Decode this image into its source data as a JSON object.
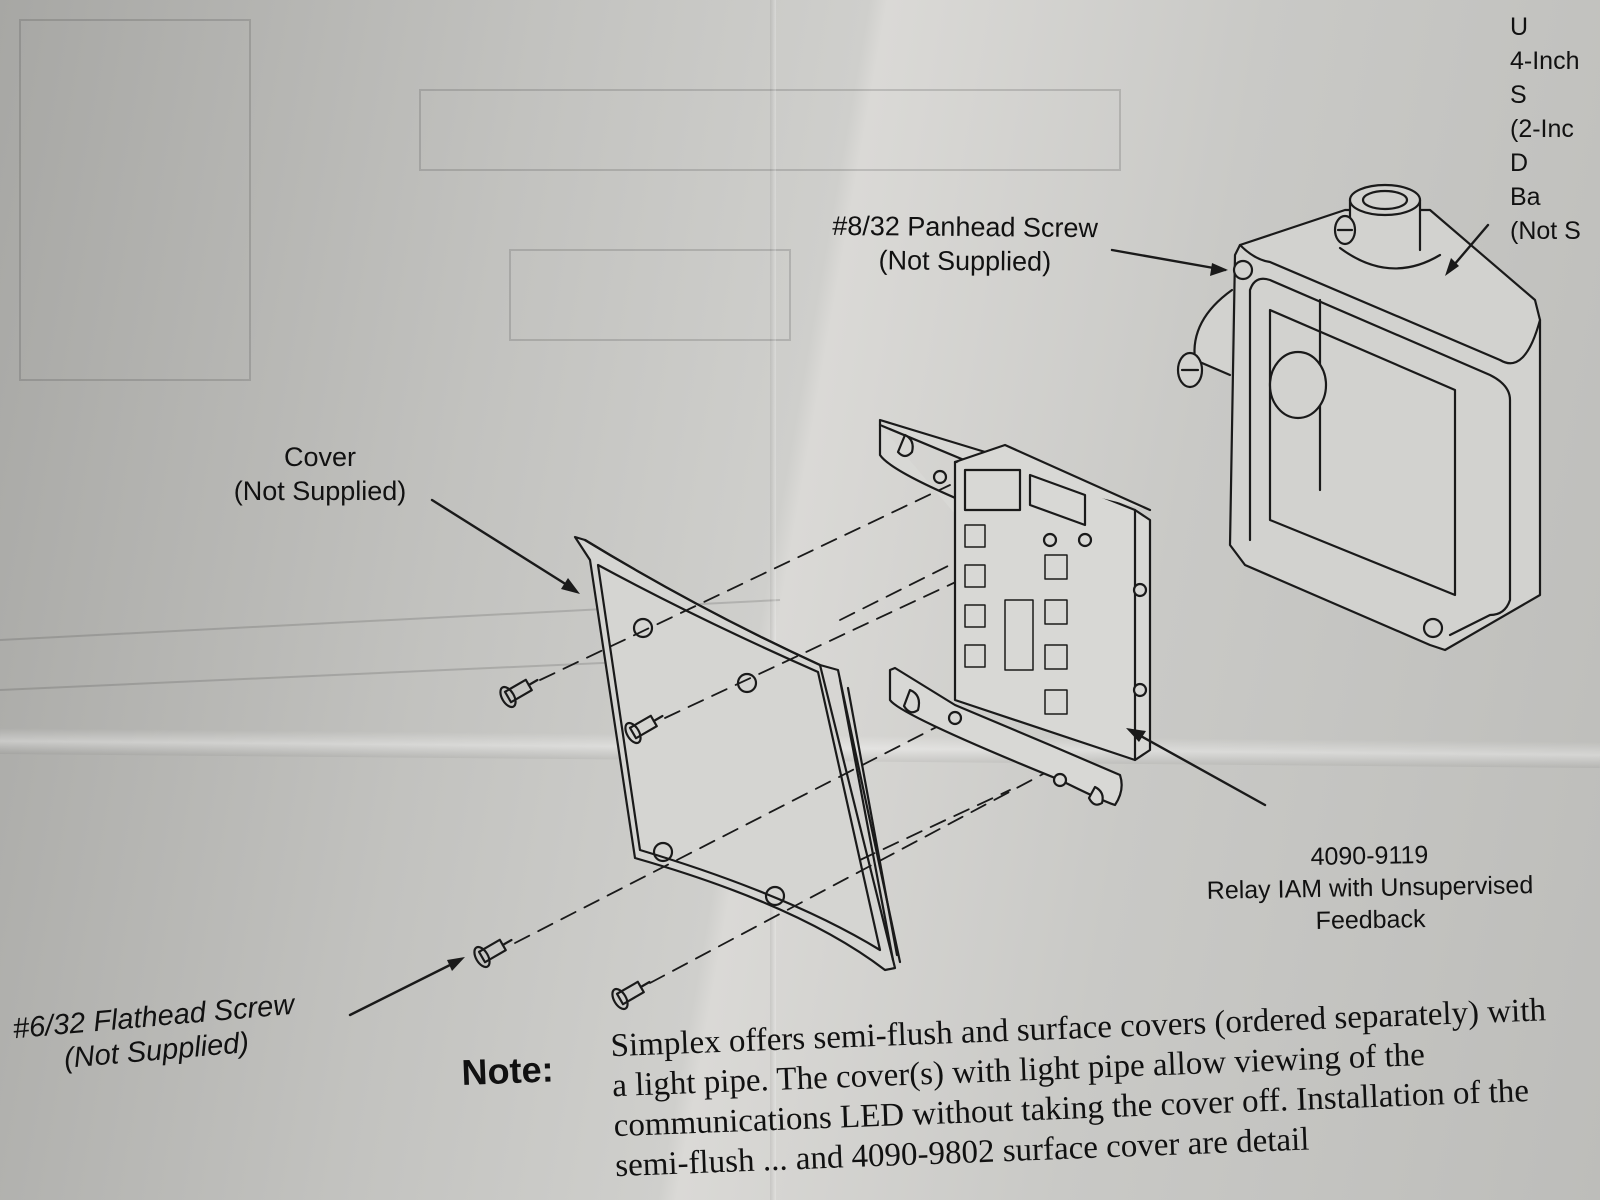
{
  "labels": {
    "panhead_screw": [
      "#8/32 Panhead Screw",
      "(Not Supplied)"
    ],
    "cover": [
      "Cover",
      "(Not Supplied)"
    ],
    "relay": [
      "4090-9119",
      "Relay IAM with Unsupervised",
      "Feedback"
    ],
    "flathead_screw": [
      "#6/32 Flathead Screw",
      "(Not Supplied)"
    ],
    "box_partial": [
      "U",
      "4-Inch",
      "S",
      "(2-Inc",
      "D",
      "Ba",
      "(Not S"
    ]
  },
  "note": {
    "label": "Note:",
    "lines": [
      "Simplex offers semi-flush and surface covers (ordered separately) with",
      "a light pipe.  The cover(s) with light pipe allow viewing of the",
      "communications LED without taking the cover off.  Installation of the",
      "semi-flush ... and 4090-9802 surface cover are detail"
    ]
  },
  "colors": {
    "paper": "#cfcfcc",
    "ink": "#111111"
  }
}
